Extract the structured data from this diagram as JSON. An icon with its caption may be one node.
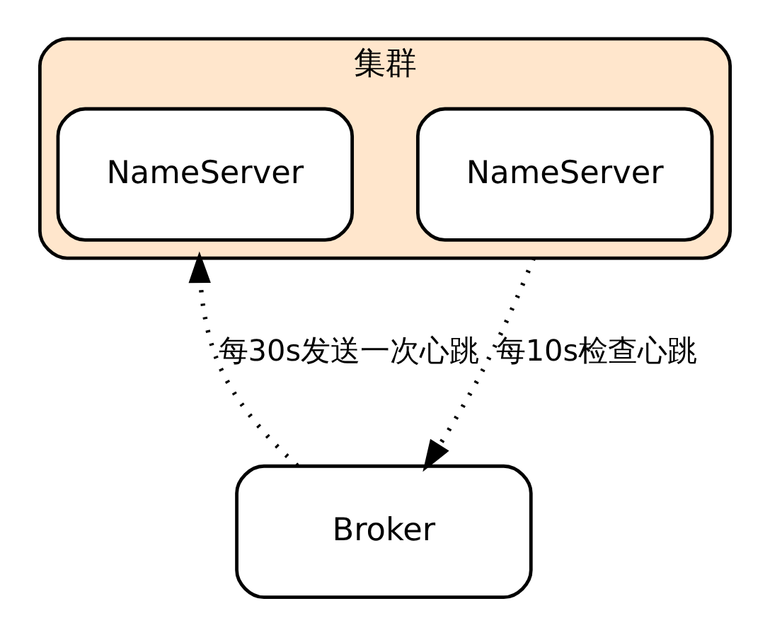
{
  "diagram": {
    "nodes": [
      {
        "text": [
          "集群"
        ]
      },
      {
        "text": [
          "NameServer"
        ],
        "in": 0
      },
      {
        "text": [
          "NameServer"
        ],
        "in": 0
      },
      {
        "text": [
          "Broker"
        ]
      }
    ],
    "edges": [
      {
        "from": 3,
        "to": 0,
        "arrow": "to",
        "style": "dashed",
        "label": "每30s发送一次心跳"
      },
      {
        "from": 0,
        "to": 3,
        "arrow": "to",
        "style": "dashed",
        "label": "每10s检查心跳"
      }
    ]
  }
}
